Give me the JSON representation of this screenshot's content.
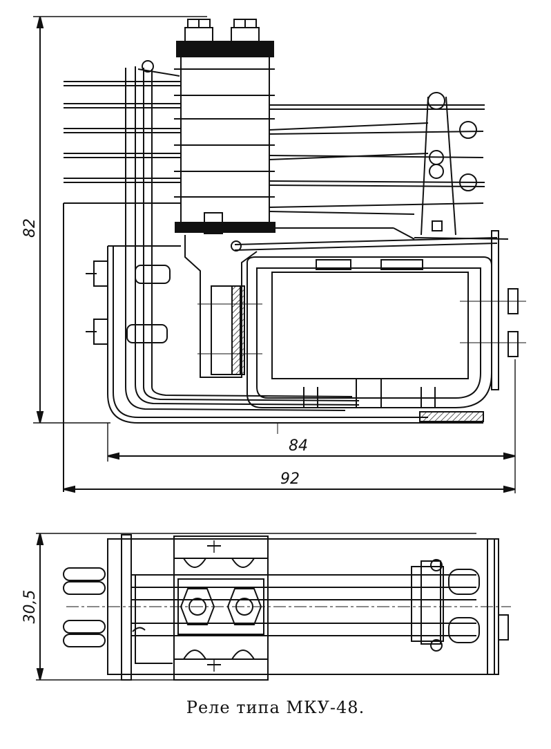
{
  "caption": "Реле типа МКУ-48.",
  "dimensions": {
    "height": "82",
    "inner_width": "84",
    "outer_width": "92",
    "depth": "30,5"
  }
}
